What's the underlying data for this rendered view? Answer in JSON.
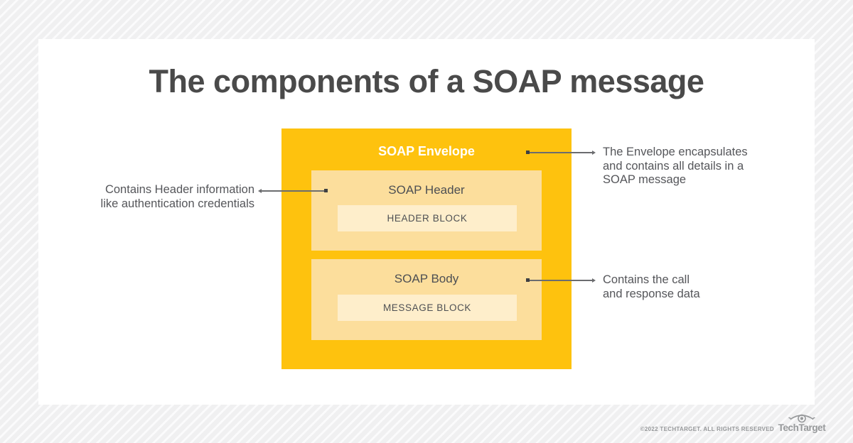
{
  "page": {
    "title": "The components of a SOAP message"
  },
  "diagram": {
    "envelope": {
      "label": "SOAP Envelope"
    },
    "header": {
      "label": "SOAP Header",
      "block_label": "HEADER BLOCK"
    },
    "body": {
      "label": "SOAP Body",
      "block_label": "MESSAGE BLOCK"
    }
  },
  "annotations": {
    "header_note": {
      "lines": [
        "Contains Header information",
        "like authentication credentials"
      ]
    },
    "envelope_note": {
      "lines": [
        "The Envelope encapsulates",
        "and contains all details in a",
        "SOAP message"
      ]
    },
    "body_note": {
      "lines": [
        "Contains the call",
        "and response data"
      ]
    }
  },
  "footer": {
    "copyright": "©2022 TECHTARGET. ALL RIGHTS RESERVED",
    "brand": "TechTarget",
    "brand_icon": "eye-icon"
  },
  "colors": {
    "envelope_yellow": "#FEC20E",
    "inner_yellow": "#FCDE9C",
    "block_cream": "#FEEECB",
    "title_gray": "#4A4A4A",
    "text_gray": "#55565A",
    "footer_gray": "#97999B",
    "card_white": "#FFFFFF"
  }
}
